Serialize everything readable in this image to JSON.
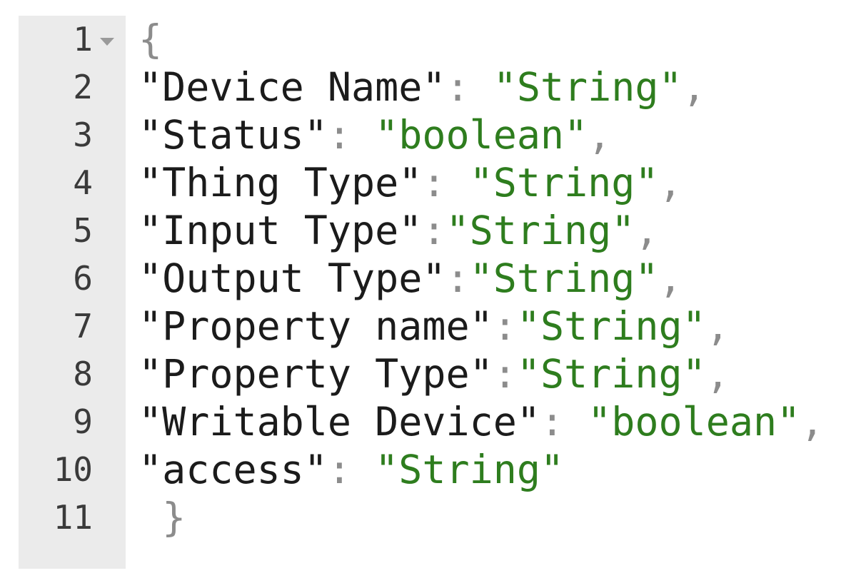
{
  "editor": {
    "language": "json",
    "gutter": {
      "fold_marker_line": 1,
      "line_numbers": [
        "1",
        "2",
        "3",
        "4",
        "5",
        "6",
        "7",
        "8",
        "9",
        "10",
        "11"
      ]
    },
    "colors": {
      "background": "#ffffff",
      "gutter_background": "#ebebeb",
      "line_number": "#3a3a3a",
      "key": "#1b1b1b",
      "string_value": "#2e7d1e",
      "punctuation": "#8c8c8c",
      "brace": "#8c8c8c"
    },
    "lines": [
      {
        "number": "1",
        "tokens": [
          {
            "type": "brace",
            "text": "{"
          }
        ]
      },
      {
        "number": "2",
        "tokens": [
          {
            "type": "key",
            "text": "\"Device Name\""
          },
          {
            "type": "punct",
            "text": ": "
          },
          {
            "type": "string",
            "text": "\"String\""
          },
          {
            "type": "punct",
            "text": ","
          }
        ]
      },
      {
        "number": "3",
        "tokens": [
          {
            "type": "key",
            "text": "\"Status\""
          },
          {
            "type": "punct",
            "text": ": "
          },
          {
            "type": "string",
            "text": "\"boolean\""
          },
          {
            "type": "punct",
            "text": ","
          }
        ]
      },
      {
        "number": "4",
        "tokens": [
          {
            "type": "key",
            "text": "\"Thing Type\""
          },
          {
            "type": "punct",
            "text": ": "
          },
          {
            "type": "string",
            "text": "\"String\""
          },
          {
            "type": "punct",
            "text": ","
          }
        ]
      },
      {
        "number": "5",
        "tokens": [
          {
            "type": "key",
            "text": "\"Input Type\""
          },
          {
            "type": "punct",
            "text": ":"
          },
          {
            "type": "string",
            "text": "\"String\""
          },
          {
            "type": "punct",
            "text": ","
          }
        ]
      },
      {
        "number": "6",
        "tokens": [
          {
            "type": "key",
            "text": "\"Output Type\""
          },
          {
            "type": "punct",
            "text": ":"
          },
          {
            "type": "string",
            "text": "\"String\""
          },
          {
            "type": "punct",
            "text": ","
          }
        ]
      },
      {
        "number": "7",
        "tokens": [
          {
            "type": "key",
            "text": "\"Property name\""
          },
          {
            "type": "punct",
            "text": ":"
          },
          {
            "type": "string",
            "text": "\"String\""
          },
          {
            "type": "punct",
            "text": ","
          }
        ]
      },
      {
        "number": "8",
        "tokens": [
          {
            "type": "key",
            "text": "\"Property Type\""
          },
          {
            "type": "punct",
            "text": ":"
          },
          {
            "type": "string",
            "text": "\"String\""
          },
          {
            "type": "punct",
            "text": ","
          }
        ]
      },
      {
        "number": "9",
        "tokens": [
          {
            "type": "key",
            "text": "\"Writable Device\""
          },
          {
            "type": "punct",
            "text": ": "
          },
          {
            "type": "string",
            "text": "\"boolean\""
          },
          {
            "type": "punct",
            "text": ","
          }
        ]
      },
      {
        "number": "10",
        "tokens": [
          {
            "type": "key",
            "text": "\"access\""
          },
          {
            "type": "punct",
            "text": ": "
          },
          {
            "type": "string",
            "text": "\"String\""
          }
        ]
      },
      {
        "number": "11",
        "tokens": [
          {
            "type": "brace",
            "text": " }"
          }
        ]
      }
    ]
  }
}
